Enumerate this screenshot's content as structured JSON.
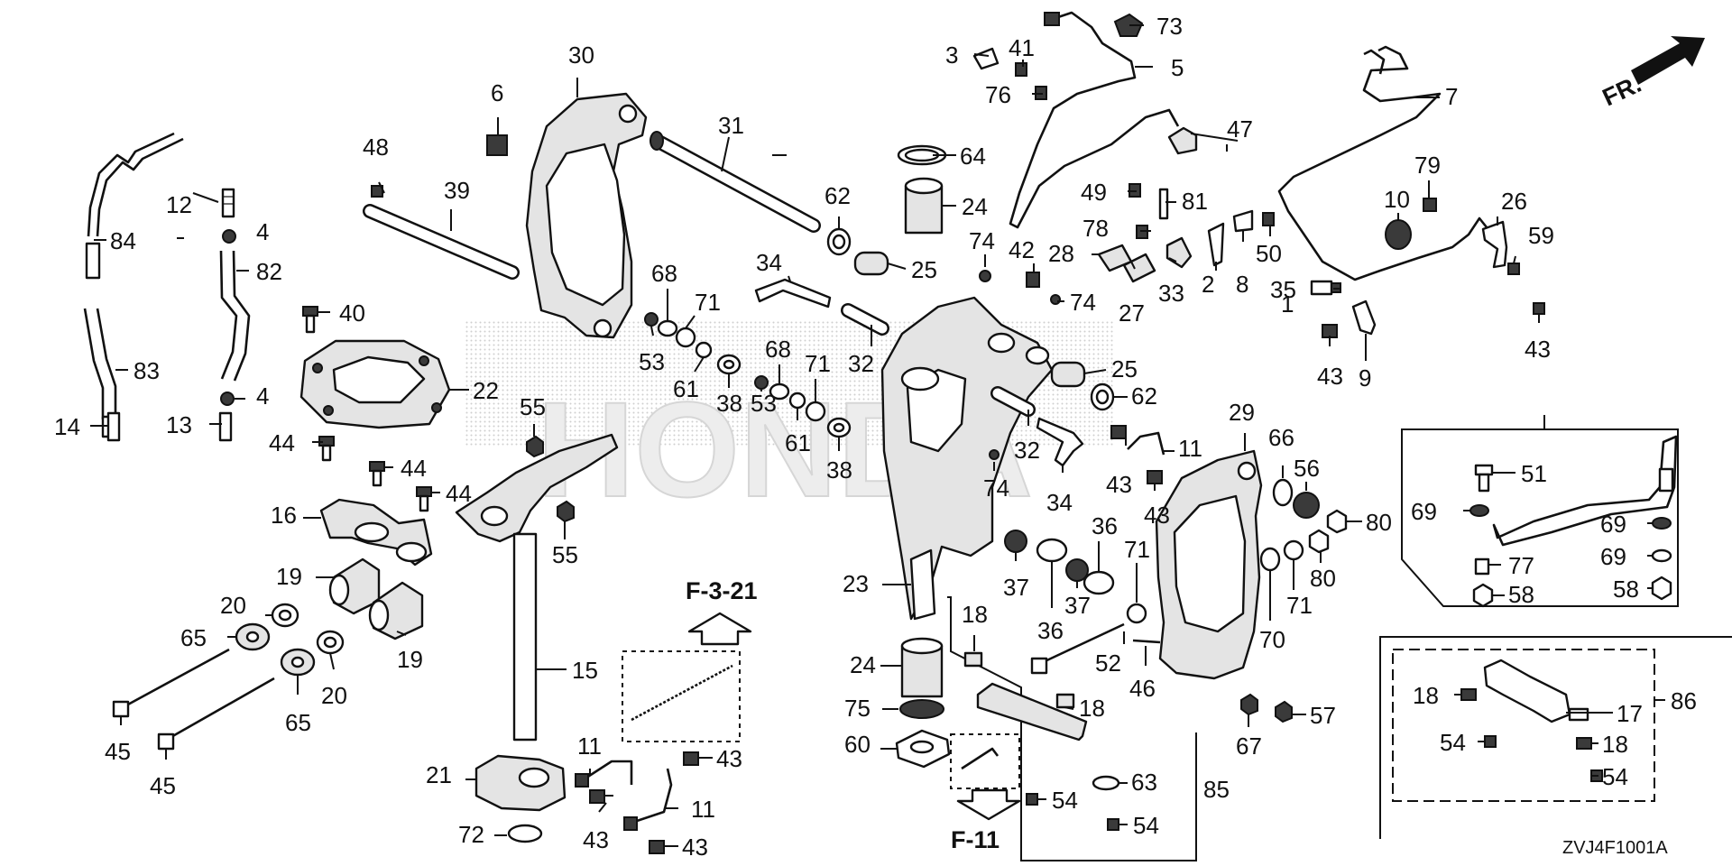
{
  "diagram": {
    "code": "ZVJ4F1001A",
    "direction_label": "FR.",
    "watermark": "HONDA",
    "refs": {
      "up": "F-3-21",
      "down": "F-11"
    }
  },
  "callouts": {
    "c1": "1",
    "c2": "2",
    "c3": "3",
    "c4a": "4",
    "c4b": "4",
    "c5": "5",
    "c6": "6",
    "c7": "7",
    "c8": "8",
    "c9": "9",
    "c10": "10",
    "c11a": "11",
    "c11b": "11",
    "c11c": "11",
    "c12": "12",
    "c13": "13",
    "c14": "14",
    "c15": "15",
    "c16": "16",
    "c17": "17",
    "c18a": "18",
    "c18b": "18",
    "c18c": "18",
    "c18d": "18",
    "c19a": "19",
    "c19b": "19",
    "c20a": "20",
    "c20b": "20",
    "c21": "21",
    "c22": "22",
    "c23": "23",
    "c24a": "24",
    "c24b": "24",
    "c25a": "25",
    "c25b": "25",
    "c26": "26",
    "c27": "27",
    "c28": "28",
    "c29": "29",
    "c30": "30",
    "c31": "31",
    "c32a": "32",
    "c32b": "32",
    "c33": "33",
    "c34a": "34",
    "c34b": "34",
    "c35": "35",
    "c36a": "36",
    "c36b": "36",
    "c37a": "37",
    "c37b": "37",
    "c38a": "38",
    "c38b": "38",
    "c39": "39",
    "c40": "40",
    "c41": "41",
    "c42": "42",
    "c43a": "43",
    "c43b": "43",
    "c43c": "43",
    "c43d": "43",
    "c43e": "43",
    "c43f": "43",
    "c43g": "43",
    "c44a": "44",
    "c44b": "44",
    "c44c": "44",
    "c45a": "45",
    "c45b": "45",
    "c46": "46",
    "c47": "47",
    "c48": "48",
    "c49": "49",
    "c50": "50",
    "c51": "51",
    "c52": "52",
    "c53a": "53",
    "c53b": "53",
    "c54a": "54",
    "c54b": "54",
    "c54c": "54",
    "c54d": "54",
    "c55a": "55",
    "c55b": "55",
    "c56": "56",
    "c57": "57",
    "c58a": "58",
    "c58b": "58",
    "c59": "59",
    "c60": "60",
    "c61a": "61",
    "c61b": "61",
    "c62a": "62",
    "c62b": "62",
    "c63": "63",
    "c64": "64",
    "c65a": "65",
    "c65b": "65",
    "c66": "66",
    "c67": "67",
    "c68a": "68",
    "c68b": "68",
    "c69a": "69",
    "c69b": "69",
    "c69c": "69",
    "c70": "70",
    "c71a": "71",
    "c71b": "71",
    "c71c": "71",
    "c71d": "71",
    "c72": "72",
    "c73": "73",
    "c74a": "74",
    "c74b": "74",
    "c74c": "74",
    "c75": "75",
    "c76": "76",
    "c77": "77",
    "c78": "78",
    "c79": "79",
    "c80a": "80",
    "c80b": "80",
    "c81": "81",
    "c82": "82",
    "c83": "83",
    "c84": "84",
    "c85": "85",
    "c86": "86"
  }
}
